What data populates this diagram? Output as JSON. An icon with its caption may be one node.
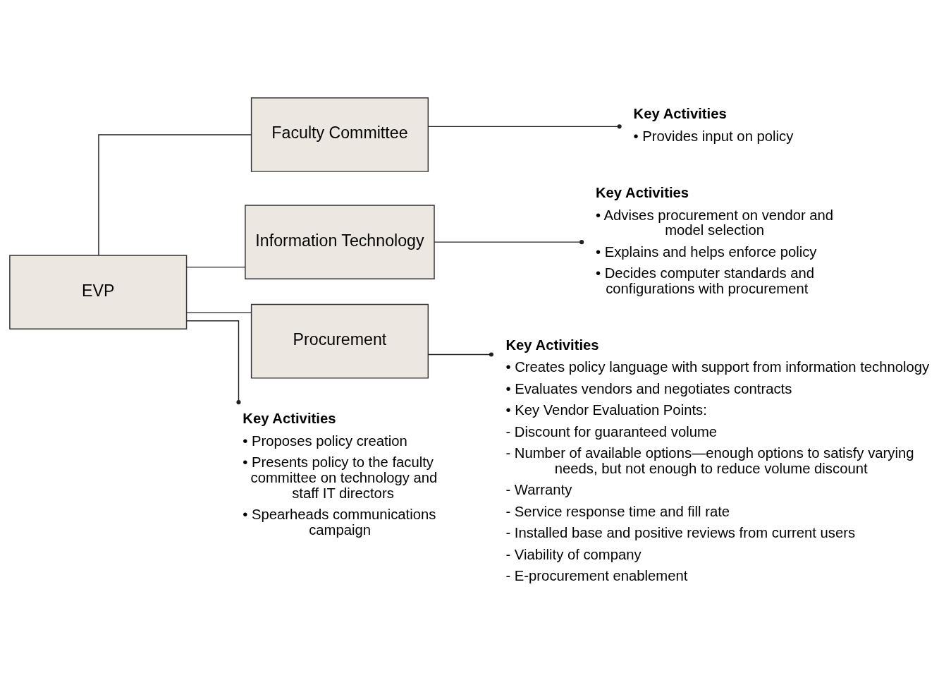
{
  "diagram": {
    "nodes": [
      {
        "text": [
          "EVP"
        ]
      },
      {
        "text": [
          "Faculty Committee"
        ]
      },
      {
        "text": [
          "Key Activities",
          "• Provides input on policy"
        ]
      },
      {
        "text": [
          "Information Technology"
        ]
      },
      {
        "text": [
          "Key Activities",
          "• Advises procurement on vendor and model selection",
          "• Explains and helps enforce policy",
          "• Decides computer standards and configurations with procurement"
        ]
      },
      {
        "text": [
          "Procurement"
        ]
      },
      {
        "text": [
          "Key Activities",
          "• Proposes policy creation",
          "• Presents policy to the faculty committee on technology and staff IT directors",
          "• Spearheads communications campaign"
        ]
      },
      {
        "text": [
          "Key Activities",
          "• Creates policy language with support from information technology",
          "• Evaluates vendors and negotiates contracts",
          "• Key Vendor Evaluation Points:",
          "- Discount for guaranteed volume",
          "- Number of available options—enough options to satisfy varying needs, but not enough to reduce volume discount",
          "- Warranty",
          "- Service response time and fill rate",
          "- Installed base and positive reviews from current users",
          "- Viability of company",
          "- E-procurement enablement"
        ]
      }
    ],
    "edges": [
      {
        "from": 0,
        "to": 1,
        "arrow": "none"
      },
      {
        "from": 0,
        "to": 3,
        "arrow": "none"
      },
      {
        "from": 0,
        "to": 5,
        "arrow": "none"
      },
      {
        "from": 1,
        "to": 2,
        "arrow": "other"
      },
      {
        "from": 3,
        "to": 4,
        "arrow": "other"
      },
      {
        "from": 0,
        "to": 6,
        "arrow": "other"
      },
      {
        "from": 5,
        "to": 7,
        "arrow": "other"
      }
    ]
  }
}
